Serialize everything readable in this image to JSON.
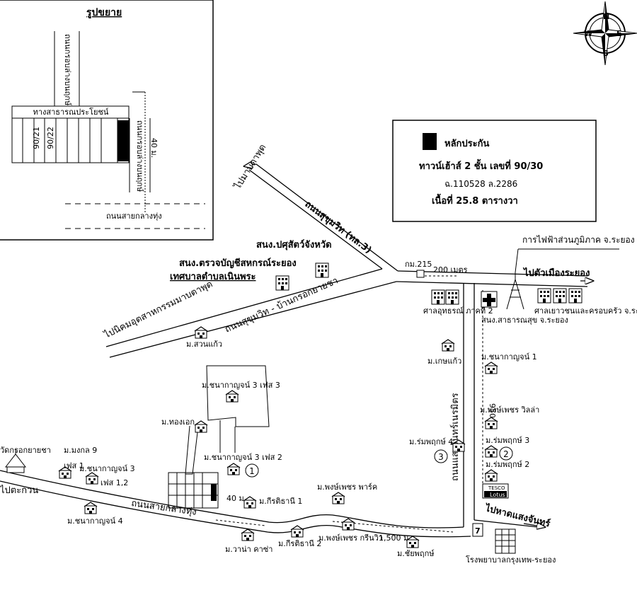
{
  "inset": {
    "title": "รูปขยาย",
    "road_left": "ถนนกรอบล่างบนฤกษ์",
    "road_right": "ถนนกรอบล่างบนฤกษ์",
    "public_way": "ทางสาธารณประโยชน์",
    "lot_left": "90/21",
    "lot_right": "90/22",
    "distance": "40 ม.",
    "bottom_road": "ถนนสายกลางทุ่ง"
  },
  "legend": {
    "marker_label": "หลักประกัน",
    "property": "ทาวน์เฮ้าส์ 2 ชั้น เลขที่ 90/30",
    "deed": "ฉ.110528 ล.2286",
    "area": "เนื้อที่ 25.8 ตารางวา"
  },
  "compass": {
    "n": "N",
    "s": "S",
    "e": "E",
    "w": "W"
  },
  "roads": {
    "to_map_ta_phut": "ไปมาบตาพุด",
    "sukhumvit": "ถนนสุขุมวิท (ทล.3)",
    "km": "กม.215",
    "dist_200": "200 เมตร",
    "to_rayong": "ไปตัวเมืองระยอง",
    "to_industrial": "ไปนิคมอุตสาหกรรมมาบตาพุด",
    "sukhumvit_ban_krok": "ถนนสุขุมวิท - บ้านกรอกยายชา",
    "saeng_chan": "ถนนแสงจันทร์เนรมิตร",
    "dist_950": "950 ม.",
    "klang_thung": "ถนนสายกลางทุ่ง",
    "dist_40": "40 ม.",
    "dist_1500": "1,500 ม.",
    "to_hat": "ไปหาดแสงจันทร์",
    "to_takuan": "ไปตะกวน"
  },
  "places": {
    "livestock": "สนง.ปศุสัตว์จังหวัด",
    "audit": "สนง.ตรวจบัญชีสหกรณ์ระยอง",
    "municipality": "เทศบาลตำบลเนินพระ",
    "electric": "การไฟฟ้าส่วนภูมิภาค จ.ระยอง",
    "appeal_court": "ศาลอุทธรณ์ ภาคที่ 2",
    "health": "สนง.สาธารณสุข จ.ระยอง",
    "family_court": "ศาลเยาวชนและครอบครัว จ.ระยอง",
    "suan_kaeo": "ม.สวนแก้ว",
    "kasem_kaeo": "ม.เกษแก้ว",
    "chanakan_1": "ม.ชนากาญจน์ 1",
    "chanakan_3_phase3": "ม.ชนากาญจน์ 3 เฟส 3",
    "thong_ek": "ม.ทองเอก",
    "chanakan_3_phase2": "ม.ชนากาญจน์ 3 เฟส 2",
    "phongphet_villa": "ม.พงษ์เพชร วิลล่า",
    "romruek_3": "ม.ร่มพฤกษ์ 3",
    "romruek_2": "ม.ร่มพฤกษ์ 2",
    "romruek_4": "ม.ร่มพฤกษ์ 4",
    "temple": "วัดกรอกยายชา",
    "mongkol_9": "ม.มงกล 9",
    "phase_1": "เฟส 1",
    "chanakan_3": "ม.ชนากาญจน์ 3",
    "phase_12": "เฟส 1,2",
    "chanakan_4": "ม.ชนากาญจน์ 4",
    "phongphet_park": "ม.พงษ์เพชร พาร์ค",
    "kiritthani_1": "ม.กีรติธานี 1",
    "kiritthani_2": "ม.กีรติธานี 2",
    "wana_kasa": "ม.วาน่า คาซ่า",
    "phongphet_greenview": "ม.พงษ์เพชร กรีนวิว",
    "chaipruek": "ม.ชัยพฤกษ์",
    "hospital": "โรงพยาบาลกรุงเทพ-ระยอง",
    "tesco": "TESCO",
    "lotus": "Lotus"
  },
  "markers": {
    "m1": "1",
    "m2": "2",
    "m3": "3"
  }
}
